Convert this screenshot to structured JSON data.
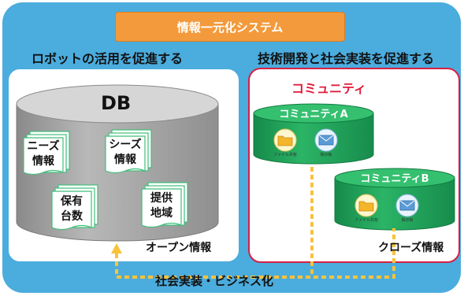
{
  "header": {
    "title": "情報一元化システム"
  },
  "left": {
    "heading": "ロボットの活用を促進する",
    "db_label": "DB",
    "docs": [
      "ニーズ\n情報",
      "シーズ\n情報",
      "保有\n台数",
      "提供\n地域"
    ],
    "caption": "オープン情報"
  },
  "right": {
    "heading": "技術開発と社会実装を促進する",
    "title": "コミュニティ",
    "community_a": {
      "label": "コミュニティA",
      "icon1": "ファイル共有",
      "icon2": "掲示板"
    },
    "community_b": {
      "label": "コミュニティB",
      "icon1": "ファイル共有",
      "icon2": "掲示板"
    },
    "caption": "クローズ情報"
  },
  "bottom": {
    "label": "社会実装・ビジネス化"
  },
  "colors": {
    "frame": "#4bacde",
    "title_bg": "#f39a3c",
    "community_red": "#e21c3d",
    "cylinder_green": "#1fa05a",
    "db_gray": "#a4a4a4",
    "dotted_line": "#f7c33c",
    "doc_border": "#3fbf7a"
  }
}
